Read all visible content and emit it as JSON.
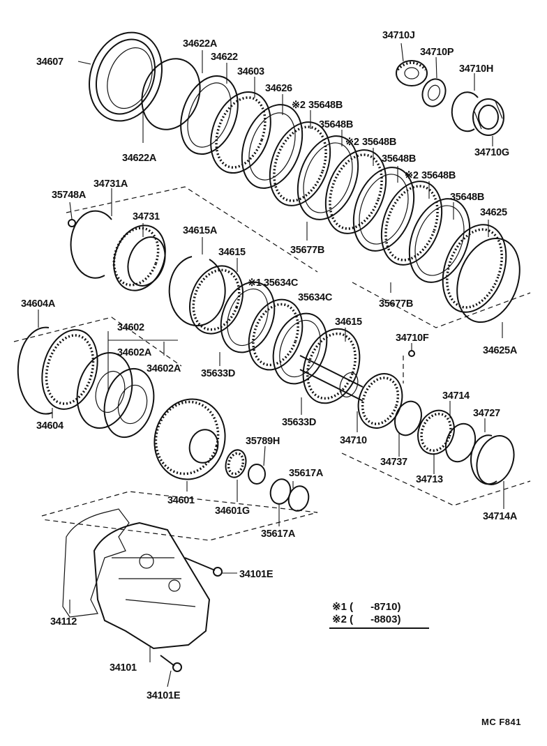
{
  "labels": {
    "p34607": "34607",
    "p34622A_top": "34622A",
    "p34622": "34622",
    "p34603": "34603",
    "p34626": "34626",
    "p35648B_a": "35648B",
    "p35648B_b": "35648B",
    "p35648B_c": "35648B",
    "p35648B_d": "35648B",
    "p35648B_e": "35648B",
    "p35648B_f": "35648B",
    "p34625": "34625",
    "p34622A_bot": "34622A",
    "p34710J": "34710J",
    "p34710P": "34710P",
    "p34710H": "34710H",
    "p34710G": "34710G",
    "p35748A": "35748A",
    "p34731A": "34731A",
    "p34731": "34731",
    "p34615A": "34615A",
    "p34615_a": "34615",
    "p35634C_a": "35634C",
    "p35634C_b": "35634C",
    "p35677B_a": "35677B",
    "p35677B_b": "35677B",
    "p34625A": "34625A",
    "p34604A": "34604A",
    "p34602": "34602",
    "p34602A_a": "34602A",
    "p34602A_b": "34602A",
    "p34604": "34604",
    "p35633D_a": "35633D",
    "p34615_b": "34615",
    "p34710F": "34710F",
    "p35633D_b": "35633D",
    "p34710": "34710",
    "p34714": "34714",
    "p34727": "34727",
    "p34737": "34737",
    "p34713": "34713",
    "p34714A": "34714A",
    "p35789H": "35789H",
    "p35617A_a": "35617A",
    "p35617A_b": "35617A",
    "p34601": "34601",
    "p34601G": "34601G",
    "p34101E_a": "34101E",
    "p34101E_b": "34101E",
    "p34112": "34112",
    "p34101": "34101"
  },
  "marks": {
    "m2": "※2",
    "m1": "※1"
  },
  "legend": {
    "row1": "※1 (      -8710)",
    "row2": "※2 (      -8803)"
  },
  "figure_code": "MC F841"
}
